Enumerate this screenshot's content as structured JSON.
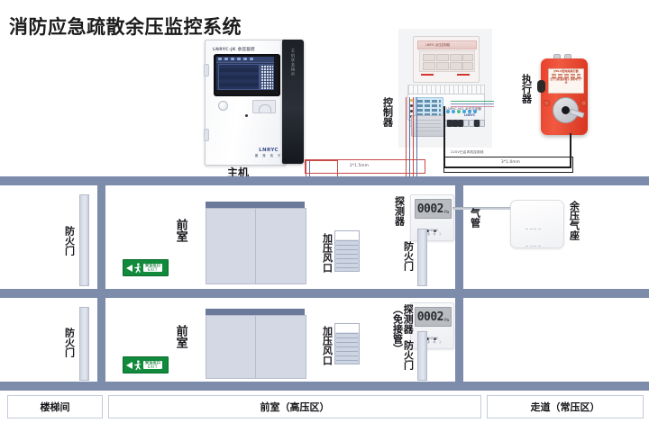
{
  "title": "消防应急疏散余压监控系统",
  "equipment": {
    "host": {
      "label": "主机",
      "brand_top": "LNRYC-JK 余压监控",
      "brand_bottom": "LNRYC",
      "brand_sub": "朗 弗 电 子",
      "side_text": "主机状态指示"
    },
    "controller": {
      "label": "控制器",
      "model": "LNRYC-YK2 余压控制器",
      "brand": "LNRYC"
    },
    "actuator": {
      "label": "执行器",
      "plate_title": "JHS-II型电动执行器",
      "plate_line1": "电压 DC24V/AC220V   功率 7W",
      "plate_line2": "扭矩 8N·m   转角 95°   防护 IP54",
      "plate_line3": "生产日期 朗弗电子 消防电气产品"
    }
  },
  "wiring": {
    "signal_cable": "2*1.5mm",
    "power_cable": "3*1.0mm",
    "power_note": "220V已启风机控制线"
  },
  "building": {
    "floors": [
      {
        "fire_door_left": "防火门",
        "vestibule": "前室",
        "exit_sign": {
          "text_cn": "安全出口",
          "text_en": "EXIT"
        },
        "vent": "加压风口",
        "detector": {
          "label": "探测器",
          "value": "0002",
          "unit": "Pa"
        },
        "pipe": "气管",
        "seat": "余压气座",
        "fire_door_right": "防火门"
      },
      {
        "fire_door_left": "防火门",
        "vestibule": "前室",
        "exit_sign": {
          "text_cn": "安全出口",
          "text_en": "EXIT"
        },
        "vent": "加压风口",
        "detector": {
          "label": "探测器\n（免接管）",
          "value": "0002",
          "unit": "Pa"
        },
        "fire_door_right": "防火门"
      }
    ],
    "zones": [
      "楼梯间",
      "前室（高压区）",
      "走道（常压区）"
    ]
  },
  "colors": {
    "wall": "#7d8cab",
    "elevator_door": "#d3d8e4",
    "exit_green": "#128a3c",
    "actuator_red": "#e8402c",
    "signal_wire_red": "#c84b45",
    "power_wire_black": "#1d1d1d"
  }
}
